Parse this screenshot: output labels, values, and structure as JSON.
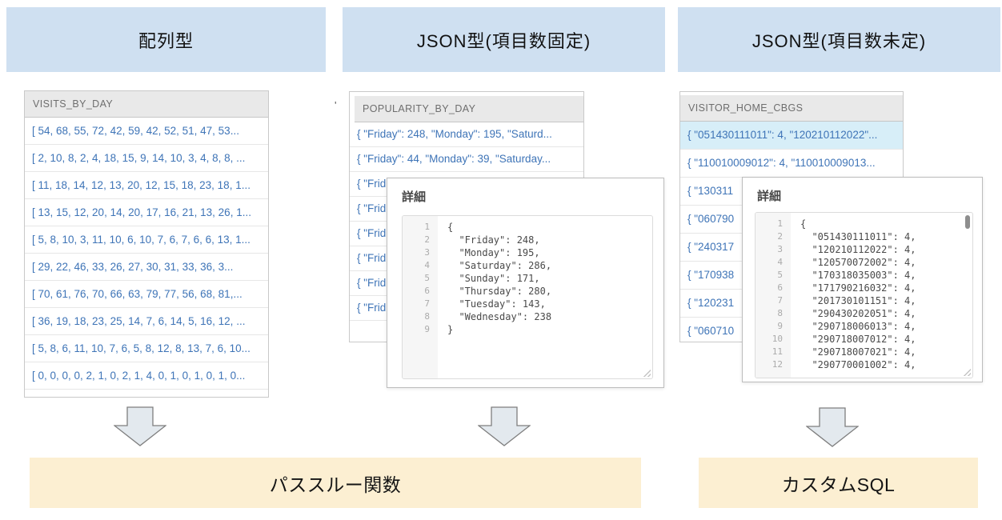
{
  "headers": [
    {
      "label": "配列型"
    },
    {
      "label": "JSON型(項目数固定)"
    },
    {
      "label": "JSON型(項目数未定)"
    }
  ],
  "tables": {
    "left": {
      "header": "VISITS_BY_DAY",
      "rows": [
        "[ 54, 68, 55, 72, 42, 59, 42, 52, 51, 47, 53...",
        "[ 2, 10, 8, 2, 4, 18, 15, 9, 14, 10, 3, 4, 8, 8, ...",
        "[ 11, 18, 14, 12, 13, 20, 12, 15, 18, 23, 18, 1...",
        "[ 13, 15, 12, 20, 14, 20, 17, 16, 21, 13, 26, 1...",
        "[ 5, 8, 10, 3, 11, 10, 6, 10, 7, 6, 7, 6, 6, 13, 1...",
        "[ 29, 22, 46, 33, 26, 27, 30, 31, 33, 36, 3...",
        "[ 70, 61, 76, 70, 66, 63, 79, 77, 56, 68, 81,...",
        "[ 36, 19, 18, 23, 25, 14, 7, 6, 14, 5, 16, 12, ...",
        "[ 5, 8, 6, 11, 10, 7, 6, 5, 8, 12, 8, 13, 7, 6, 10...",
        "[ 0, 0, 0, 0, 2, 1, 0, 2, 1, 4, 0, 1, 0, 1, 0, 1, 0..."
      ]
    },
    "middle": {
      "header": "POPULARITY_BY_DAY",
      "rows": [
        "{ \"Friday\": 248, \"Monday\": 195, \"Saturd...",
        "{ \"Friday\": 44, \"Monday\": 39, \"Saturday...",
        "{ \"Frid",
        "{ \"Frid",
        "{ \"Frid",
        "{ \"Frid",
        "{ \"Frid",
        "{ \"Frid"
      ]
    },
    "right": {
      "header": "VISITOR_HOME_CBGS",
      "rows": [
        "{ \"051430111011\": 4, \"120210112022\"...",
        "{ \"110010009012\": 4, \"110010009013...",
        "{ \"130311",
        "{ \"060790",
        "{ \"240317",
        "{ \"170938",
        "{ \"120231",
        "{ \"060710"
      ],
      "highlighted_row_index": 0
    }
  },
  "popups": {
    "middle": {
      "title": "詳細",
      "lines": [
        {
          "n": "1",
          "t": "{"
        },
        {
          "n": "2",
          "t": "  \"Friday\": 248,"
        },
        {
          "n": "3",
          "t": "  \"Monday\": 195,"
        },
        {
          "n": "4",
          "t": "  \"Saturday\": 286,"
        },
        {
          "n": "5",
          "t": "  \"Sunday\": 171,"
        },
        {
          "n": "6",
          "t": "  \"Thursday\": 280,"
        },
        {
          "n": "7",
          "t": "  \"Tuesday\": 143,"
        },
        {
          "n": "8",
          "t": "  \"Wednesday\": 238"
        },
        {
          "n": "9",
          "t": "}"
        }
      ]
    },
    "right": {
      "title": "詳細",
      "lines": [
        {
          "n": "1",
          "t": "{"
        },
        {
          "n": "2",
          "t": "  \"051430111011\": 4,"
        },
        {
          "n": "3",
          "t": "  \"120210112022\": 4,"
        },
        {
          "n": "4",
          "t": "  \"120570072002\": 4,"
        },
        {
          "n": "5",
          "t": "  \"170318035003\": 4,"
        },
        {
          "n": "6",
          "t": "  \"171790216032\": 4,"
        },
        {
          "n": "7",
          "t": "  \"201730101151\": 4,"
        },
        {
          "n": "8",
          "t": "  \"290430202051\": 4,"
        },
        {
          "n": "9",
          "t": "  \"290718006013\": 4,"
        },
        {
          "n": "10",
          "t": "  \"290718007012\": 4,"
        },
        {
          "n": "11",
          "t": "  \"290718007021\": 4,"
        },
        {
          "n": "12",
          "t": "  \"290770001002\": 4,"
        }
      ]
    }
  },
  "banners": {
    "left": "パススルー関数",
    "right": "カスタムSQL"
  },
  "edge_fragment": "'",
  "colors": {
    "category_header_bg": "#CFE0F1",
    "banner_bg": "#FCEFD2",
    "table_header_bg": "#E9E9E9",
    "row_text": "#3E74B7",
    "highlight_row_bg": "#D7EEF8",
    "arrow_fill": "#E3E9EE",
    "arrow_stroke": "#7E7E7E"
  }
}
